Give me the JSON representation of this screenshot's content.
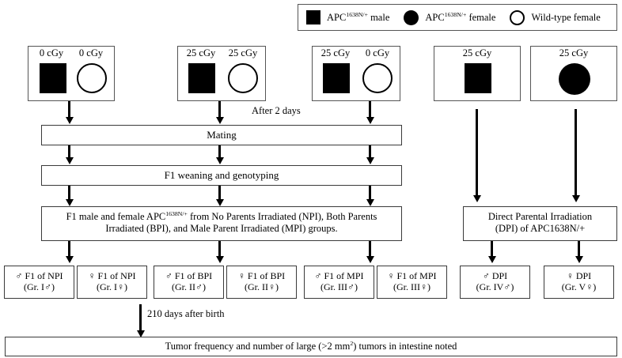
{
  "legend": {
    "items": [
      {
        "icon": "filled-square-icon",
        "label_html": "APC1638N/+ male",
        "label_main": "APC",
        "label_sup": "1638N/+",
        "label_tail": " male"
      },
      {
        "icon": "filled-circle-icon",
        "label_html": "APC1638N/+ female",
        "label_main": "APC",
        "label_sup": "1638N/+",
        "label_tail": " female"
      },
      {
        "icon": "open-circle-icon",
        "label_html": "Wild-type female",
        "label_main": "Wild-type female",
        "label_sup": "",
        "label_tail": ""
      }
    ]
  },
  "parent_groups": [
    {
      "name": "npi-pair",
      "doses": [
        "0 cGy",
        "0 cGy"
      ],
      "symbols": [
        "filled-square-icon",
        "open-circle-icon"
      ]
    },
    {
      "name": "bpi-pair",
      "doses": [
        "25 cGy",
        "25 cGy"
      ],
      "symbols": [
        "filled-square-icon",
        "open-circle-icon"
      ]
    },
    {
      "name": "mpi-pair",
      "doses": [
        "25 cGy",
        "0 cGy"
      ],
      "symbols": [
        "filled-square-icon",
        "open-circle-icon"
      ]
    },
    {
      "name": "dpi-male",
      "doses": [
        "25 cGy"
      ],
      "symbols": [
        "filled-square-icon"
      ]
    },
    {
      "name": "dpi-female",
      "doses": [
        "25 cGy"
      ],
      "symbols": [
        "filled-circle-icon"
      ]
    }
  ],
  "flow": {
    "after_2_days": "After 2 days",
    "mating": "Mating",
    "weaning": "F1 weaning and genotyping",
    "f1_pool_line1_pre": "F1 male and female APC",
    "f1_pool_line1_sup": "1638N/+",
    "f1_pool_line1_post": " from No Parents Irradiated (NPI), Both Parents",
    "f1_pool_line2": "Irradiated (BPI), and Male Parent Irradiated (MPI) groups.",
    "dpi_line1": "Direct Parental Irradiation",
    "dpi_line2": "(DPI) of APC1638N/+",
    "days_after_birth": "210 days after birth",
    "outcome_pre": "Tumor frequency and number of large (>2 mm",
    "outcome_sup": "2",
    "outcome_post": ") tumors in intestine noted"
  },
  "groups": [
    {
      "line1": "♂ F1 of NPI",
      "line2": "(Gr. I♂)"
    },
    {
      "line1": "♀ F1 of NPI",
      "line2": "(Gr. I♀)"
    },
    {
      "line1": "♂ F1 of BPI",
      "line2": "(Gr. II♂)"
    },
    {
      "line1": "♀ F1 of BPI",
      "line2": "(Gr. II♀)"
    },
    {
      "line1": "♂ F1 of MPI",
      "line2": "(Gr. III♂)"
    },
    {
      "line1": "♀ F1 of MPI",
      "line2": "(Gr. III♀)"
    },
    {
      "line1": "♂ DPI",
      "line2": "(Gr. IV♂)"
    },
    {
      "line1": "♀ DPI",
      "line2": "(Gr. V♀)"
    }
  ],
  "colors": {
    "ink": "#000000",
    "box_border": "#555555",
    "background": "#ffffff"
  }
}
